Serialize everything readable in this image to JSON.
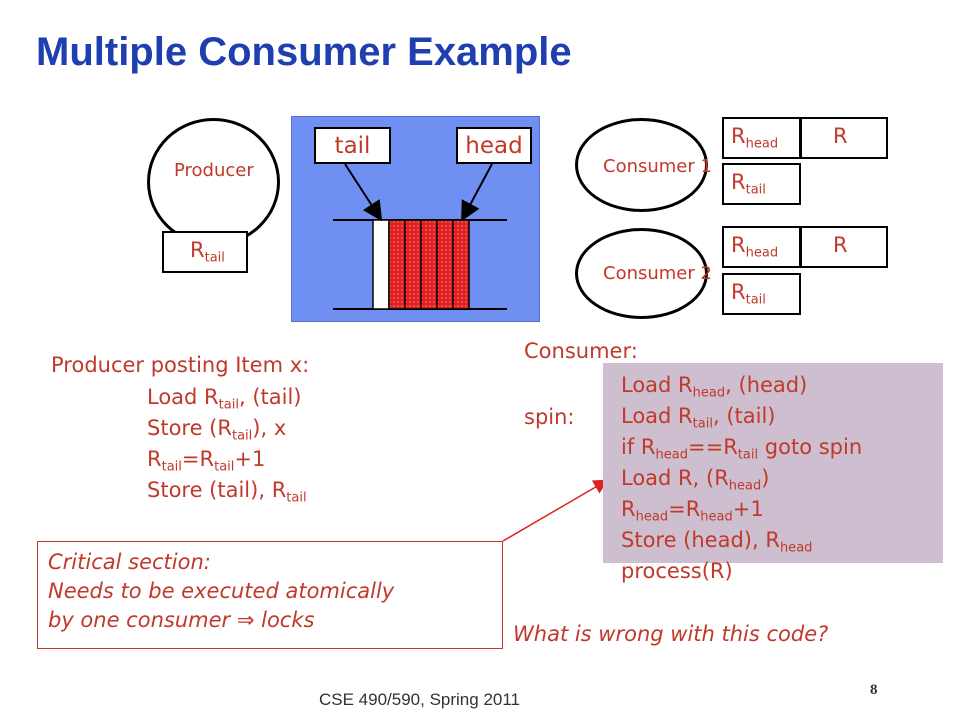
{
  "slide": {
    "title": "Multiple Consumer Example",
    "footer": "CSE 490/590, Spring 2011",
    "page_number": "8"
  },
  "diagram": {
    "producer_label": "Producer",
    "producer_reg_main": "R",
    "producer_reg_sub": "tail",
    "queue_tail_label": "tail",
    "queue_head_label": "head",
    "consumer1_label": "Consumer 1",
    "consumer2_label": "Consumer 2",
    "reg_R": "R",
    "reg_head_sub": "head",
    "reg_tail_sub": "tail"
  },
  "producer_code": {
    "heading": "Producer posting Item x:",
    "lines": [
      {
        "pre": "Load R",
        "sub": "tail",
        "post": ", (tail)"
      },
      {
        "pre": "Store (R",
        "sub": "tail",
        "post": "), x"
      },
      {
        "pre": "R",
        "sub": "tail",
        "mid": "=R",
        "sub2": "tail",
        "post": "+1"
      },
      {
        "pre": "Store (tail), R",
        "sub": "tail",
        "post": ""
      }
    ]
  },
  "consumer_code": {
    "heading": "Consumer:",
    "spin_label": "spin:",
    "lines": [
      {
        "pre": "Load R",
        "sub": "head",
        "post": ", (head)"
      },
      {
        "pre": "Load R",
        "sub": "tail",
        "post": ", (tail)"
      },
      {
        "pre": "if R",
        "sub": "head",
        "mid": "==R",
        "sub2": "tail",
        "post": " goto spin"
      },
      {
        "pre": "Load R, (R",
        "sub": "head",
        "post": ")"
      },
      {
        "pre": "R",
        "sub": "head",
        "mid": "=R",
        "sub2": "head",
        "post": "+1"
      },
      {
        "pre": "Store (head), R",
        "sub": "head",
        "post": ""
      },
      {
        "pre": "process(R)",
        "sub": "",
        "post": ""
      }
    ]
  },
  "critical_section": {
    "line1": "Critical section:",
    "line2": "Needs to be executed atomically",
    "line3_pre": "by one consumer ",
    "line3_symbol": "⇒",
    "line3_post": " locks"
  },
  "question": "What is wrong with this code?",
  "colors": {
    "title": "#1f3fb0",
    "text": "#c0392b",
    "queue": "#6f8ff2",
    "queue_slots": "#e02020",
    "consumer_highlight": "#cdbfcf"
  }
}
